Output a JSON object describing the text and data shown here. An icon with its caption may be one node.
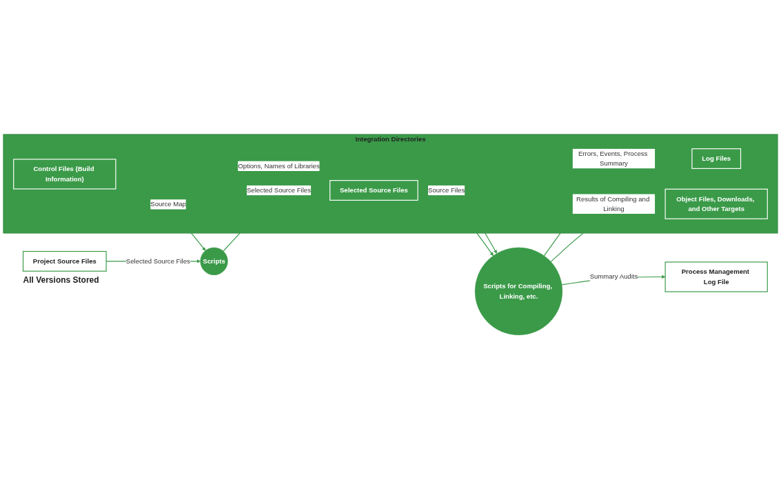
{
  "diagram": {
    "nodes": [
      {
        "text": [
          "Integration Directories"
        ]
      },
      {
        "text": [
          "Control Files (Build Information)"
        ],
        "in": 0
      },
      {
        "text": [
          "Selected Source Files"
        ],
        "in": 0
      },
      {
        "text": [
          "Log Files"
        ],
        "in": 0
      },
      {
        "text": [
          "Object Files, Downloads, and Other Targets"
        ],
        "in": 0
      },
      {
        "text": [
          "Scripts"
        ]
      },
      {
        "text": [
          "Scripts for Compiling, Linking, etc."
        ]
      },
      {
        "text": [
          "Project Source Files"
        ],
        "beside": [
          "All Versions Stored"
        ]
      },
      {
        "text": [
          "Process Management Log File"
        ]
      }
    ],
    "edges": [
      {
        "from": 1,
        "to": 5,
        "arrow": "to",
        "label": "Source Map"
      },
      {
        "from": 5,
        "to": 2,
        "arrow": "to",
        "label": "Selected Source Files"
      },
      {
        "from": 1,
        "to": 6,
        "arrow": "to",
        "label": "Options, Names of Libraries"
      },
      {
        "from": 2,
        "to": 6,
        "arrow": "to",
        "label": "Source Files"
      },
      {
        "from": 6,
        "to": 3,
        "arrow": "to",
        "label": "Errors, Events, Process Summary"
      },
      {
        "from": 6,
        "to": 4,
        "arrow": "to",
        "label": "Results of Compiling and Linking"
      },
      {
        "from": 6,
        "to": 8,
        "arrow": "to",
        "label": "Summary Audits"
      },
      {
        "from": 7,
        "to": 5,
        "arrow": "to",
        "label": "Selected Source Files"
      }
    ]
  }
}
